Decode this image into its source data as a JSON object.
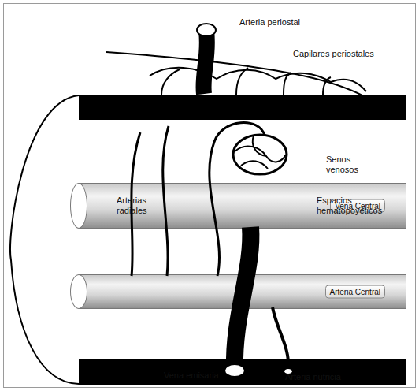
{
  "diagram": {
    "nodes": [
      {
        "text": [
          "Vena Central"
        ]
      },
      {
        "text": [
          "Arteria Central"
        ]
      }
    ],
    "labels": [
      "Arteria periostal",
      "Capilares periostales",
      "Arterias radiales",
      "Senos venosos",
      "Espacios hematopoyéticos",
      "Vena emisaria",
      "Arteria nutricia"
    ]
  }
}
